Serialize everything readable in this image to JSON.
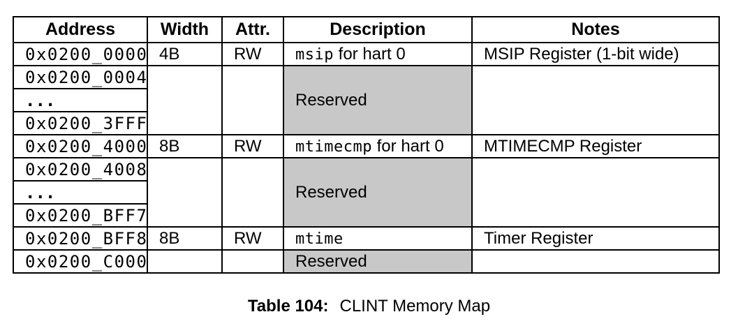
{
  "table": {
    "columns": [
      {
        "label": "Address"
      },
      {
        "label": "Width"
      },
      {
        "label": "Attr."
      },
      {
        "label": "Description"
      },
      {
        "label": "Notes"
      }
    ],
    "rows": [
      {
        "address": "0x0200_0000",
        "width": "4B",
        "attr": "RW",
        "desc_code": "msip",
        "desc_text": " for hart 0",
        "notes": "MSIP Register (1-bit wide)"
      },
      {
        "address": "0x0200_0004",
        "desc": "Reserved"
      },
      {
        "address": "..."
      },
      {
        "address": "0x0200_3FFF"
      },
      {
        "address": "0x0200_4000",
        "width": "8B",
        "attr": "RW",
        "desc_code": "mtimecmp",
        "desc_text": " for hart 0",
        "notes": "MTIMECMP Register"
      },
      {
        "address": "0x0200_4008",
        "desc": "Reserved"
      },
      {
        "address": "..."
      },
      {
        "address": "0x0200_BFF7"
      },
      {
        "address": "0x0200_BFF8",
        "width": "8B",
        "attr": "RW",
        "desc_code": "mtime",
        "desc_text": "",
        "notes": "Timer Register"
      },
      {
        "address": "0x0200_C000",
        "desc": "Reserved"
      }
    ]
  },
  "caption": {
    "label": "Table 104:",
    "text": "CLINT Memory Map"
  },
  "colors": {
    "reserved_cell_bg": "#c8c8c8",
    "border": "#000000",
    "text": "#000000",
    "page_bg": "#ffffff"
  }
}
